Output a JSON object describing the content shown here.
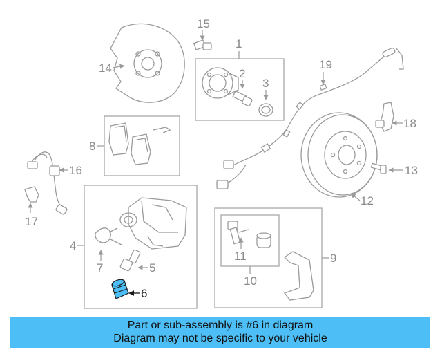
{
  "callouts": {
    "c1": "1",
    "c2": "2",
    "c3": "3",
    "c4": "4",
    "c5": "5",
    "c6": "6",
    "c7": "7",
    "c8": "8",
    "c9": "9",
    "c10": "10",
    "c11": "11",
    "c12": "12",
    "c13": "13",
    "c14": "14",
    "c15": "15",
    "c16": "16",
    "c17": "17",
    "c18": "18",
    "c19": "19"
  },
  "highlight": {
    "callout": "6",
    "color": "#4dbff6"
  },
  "footer": {
    "line1": "Part or sub-assembly is #6 in diagram",
    "line2": "Diagram may not be specific to your vehicle",
    "background": "#4dbff6"
  }
}
